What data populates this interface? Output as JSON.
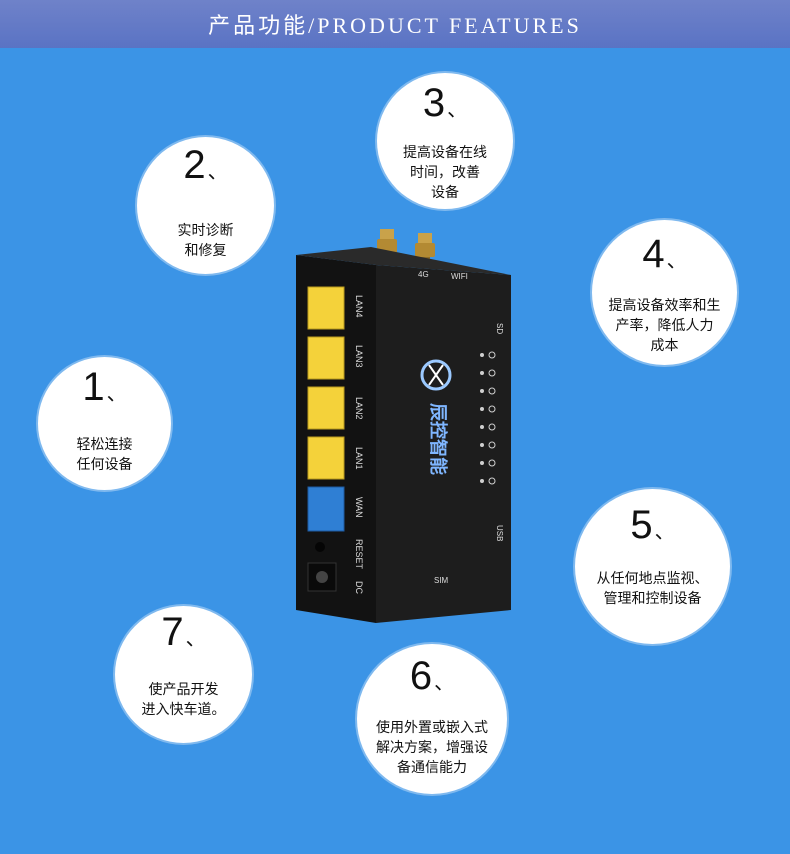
{
  "header": {
    "title": "产品功能/PRODUCT FEATURES"
  },
  "features": [
    {
      "number": "1",
      "sep": "、",
      "text": "轻松连接\n任何设备"
    },
    {
      "number": "2",
      "sep": "、",
      "text": "实时诊断\n和修复"
    },
    {
      "number": "3",
      "sep": "、",
      "text": "提高设备在线\n时间，改善\n设备"
    },
    {
      "number": "4",
      "sep": "、",
      "text": "提高设备效率和生\n产率，降低人力\n成本"
    },
    {
      "number": "5",
      "sep": "、",
      "text": "从任何地点监视、\n管理和控制设备"
    },
    {
      "number": "6",
      "sep": "、",
      "text": "使用外置或嵌入式\n解决方案，增强设\n备通信能力"
    },
    {
      "number": "7",
      "sep": "、",
      "text": "使产品开发\n进入快车道。"
    }
  ],
  "device": {
    "port_labels": [
      "LAN4",
      "LAN3",
      "LAN2",
      "LAN1",
      "WAN",
      "RESET",
      "DC"
    ],
    "antenna_labels": [
      "4G",
      "WIFI"
    ],
    "side_labels": [
      "SD",
      "USB",
      "SIM"
    ],
    "brand": "辰控智能",
    "colors": {
      "lan_port": "#f4d23a",
      "wan_port": "#2f7fd4",
      "body": "#1a1a1a"
    }
  }
}
